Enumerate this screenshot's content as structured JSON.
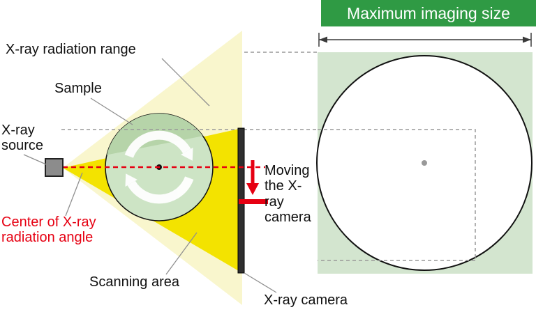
{
  "labels": {
    "max_imaging": "Maximum imaging size",
    "radiation_range": "X-ray radiation range",
    "sample": "Sample",
    "source": "X-ray source",
    "center_of_angle": "Center of X-ray radiation angle",
    "scanning_area": "Scanning area",
    "camera": "X-ray camera",
    "moving_camera": "Moving the X-ray camera"
  },
  "colors": {
    "header_green": "#2f9a44",
    "panel_green": "#d3e5cf",
    "radiation_pale": "#f9f6cd",
    "scanning_yellow": "#f3e300",
    "sample_green": "#cde4c5",
    "sample_green_dark": "#b6d4a9",
    "accent_red": "#e60012",
    "camera_dark": "#2f2f2f",
    "source_gray": "#8c8c8c",
    "dash_gray": "#999999",
    "leader_gray": "#8f8f8f",
    "dimension_dark": "#3a3a3a",
    "circle_white": "#ffffff"
  }
}
